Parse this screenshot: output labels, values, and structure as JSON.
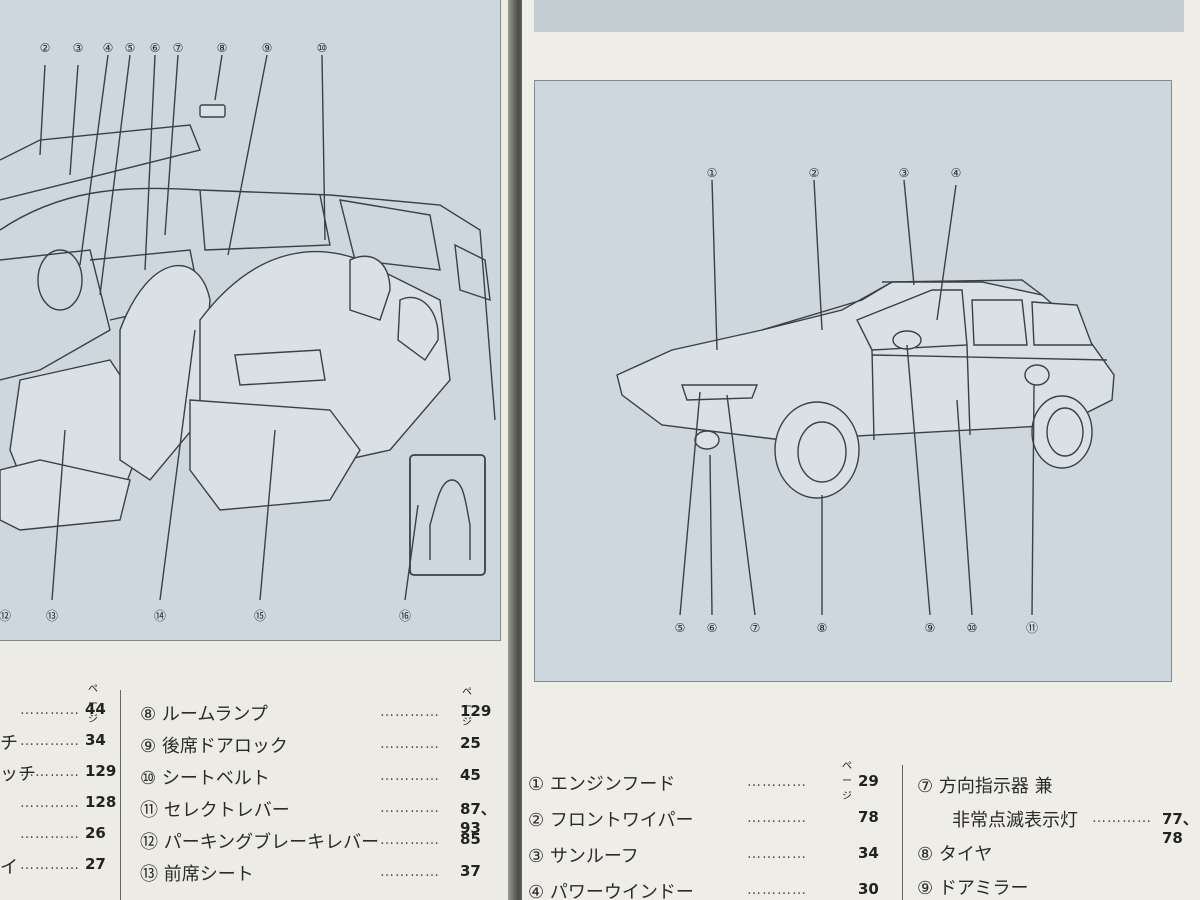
{
  "left_page": {
    "callouts_top": [
      "②",
      "③",
      "④",
      "⑤",
      "⑥",
      "⑦",
      "⑧",
      "⑨",
      "⑩"
    ],
    "callouts_bottom": [
      "⑫",
      "⑬",
      "⑭",
      "⑮",
      "⑯"
    ],
    "page_header": "ページ",
    "index_col1": [
      {
        "page": "44"
      },
      {
        "label": "チ",
        "page": "34"
      },
      {
        "label": "ッチ",
        "page": "129"
      },
      {
        "page": "128"
      },
      {
        "page": "26"
      },
      {
        "label": "イ",
        "page": "27"
      }
    ],
    "index_col2": [
      {
        "num": "⑧",
        "label": "ルームランプ",
        "page": "129"
      },
      {
        "num": "⑨",
        "label": "後席ドアロック",
        "page": "25"
      },
      {
        "num": "⑩",
        "label": "シートベルト",
        "page": "45"
      },
      {
        "num": "⑪",
        "label": "セレクトレバー",
        "page": "87、93"
      },
      {
        "num": "⑫",
        "label": "パーキングブレーキレバー",
        "page": "85"
      },
      {
        "num": "⑬",
        "label": "前席シート",
        "page": "37"
      }
    ]
  },
  "right_page": {
    "callouts_top": [
      "①",
      "②",
      "③",
      "④"
    ],
    "callouts_bottom": [
      "⑤",
      "⑥",
      "⑦",
      "⑧",
      "⑨",
      "⑩",
      "⑪"
    ],
    "page_header": "ページ",
    "index_col1": [
      {
        "num": "①",
        "label": "エンジンフード",
        "page": "29"
      },
      {
        "num": "②",
        "label": "フロントワイパー",
        "page": "78"
      },
      {
        "num": "③",
        "label": "サンルーフ",
        "page": "34"
      },
      {
        "num": "④",
        "label": "パワーウインドー",
        "page": "30"
      }
    ],
    "index_col2": [
      {
        "num": "⑦",
        "label": "方向指示器 兼"
      },
      {
        "label": "非常点滅表示灯",
        "page": "77、78"
      },
      {
        "num": "⑧",
        "label": "タイヤ"
      },
      {
        "num": "⑨",
        "label": "ドアミラー"
      }
    ]
  }
}
